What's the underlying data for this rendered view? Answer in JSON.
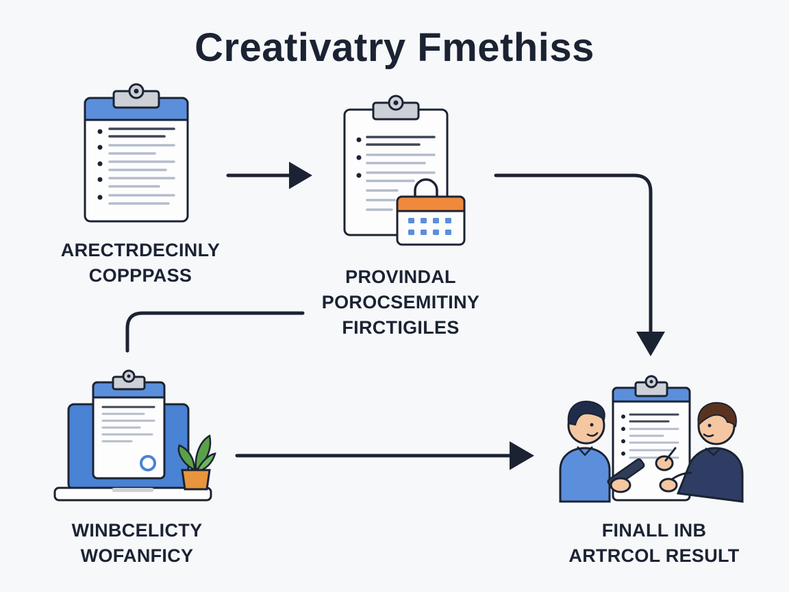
{
  "title": "Creativatry Fmethiss",
  "steps": [
    {
      "lines": [
        "ARECTRDECINLY",
        "COPPPASS"
      ],
      "icon": "clipboard-checklist-icon"
    },
    {
      "lines": [
        "PROVINDAL",
        "POROCSEMITINY",
        "FIRCTIGILES"
      ],
      "icon": "clipboard-calendar-icon"
    },
    {
      "lines": [
        "WINBCELICTY",
        "WOFANFICY"
      ],
      "icon": "laptop-clipboard-icon"
    },
    {
      "lines": [
        "FINALL INB",
        "ARTRCOL RESULT"
      ],
      "icon": "people-collaborating-icon"
    }
  ],
  "colors": {
    "ink": "#1b2333",
    "accent_blue": "#5b8fdc",
    "paper": "#fdfdfe",
    "calendar_orange": "#ef8a3c",
    "plant_green": "#5aa049",
    "pot_orange": "#e8953d"
  }
}
